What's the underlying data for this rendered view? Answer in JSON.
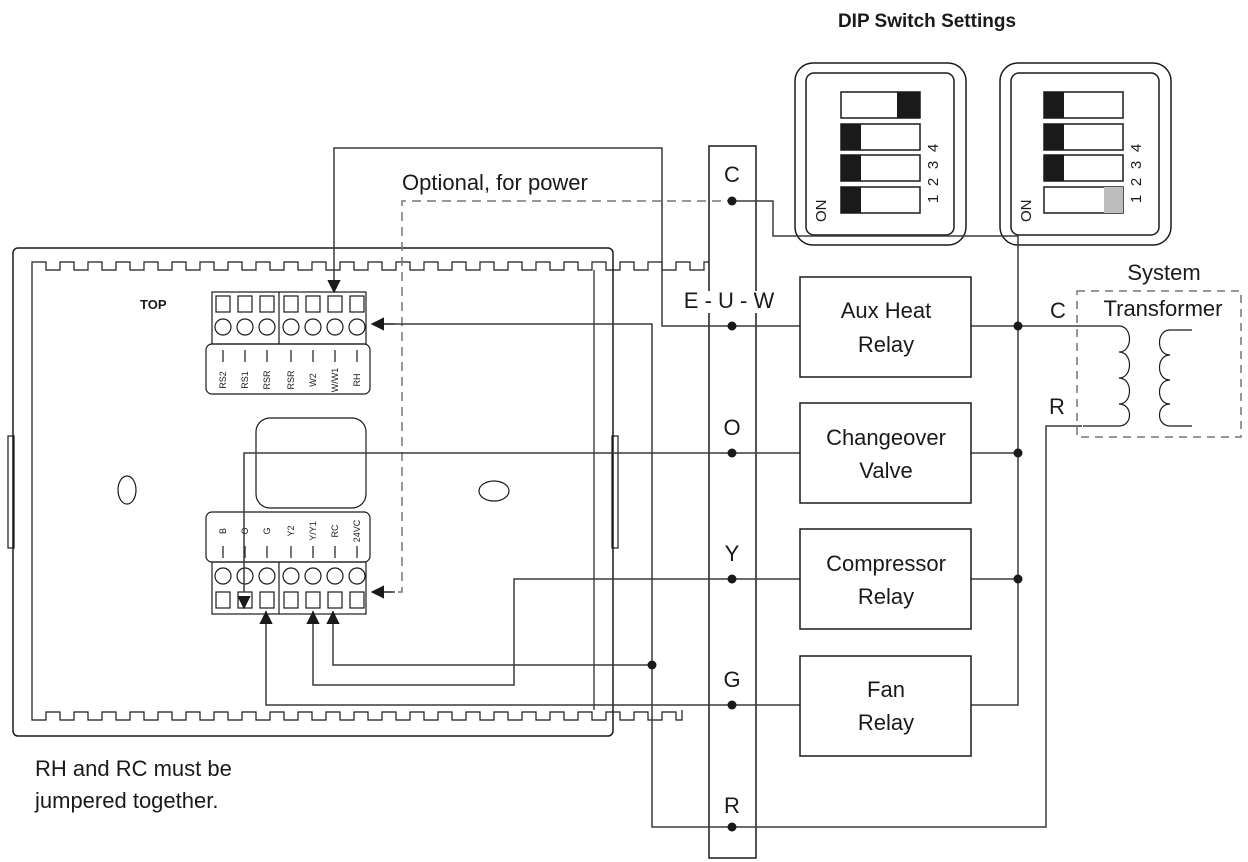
{
  "dip": {
    "title": "DIP Switch Settings",
    "on_label": "ON",
    "numbers": [
      "1",
      "2",
      "3",
      "4"
    ]
  },
  "note_optional": "Optional, for power",
  "bus_terminals": {
    "c": "C",
    "euw": "E - U - W",
    "o": "O",
    "y": "Y",
    "g": "G",
    "r": "R"
  },
  "relays": {
    "aux_heat": [
      "Aux Heat",
      "Relay"
    ],
    "changeover": [
      "Changeover",
      "Valve"
    ],
    "compressor": [
      "Compressor",
      "Relay"
    ],
    "fan": [
      "Fan",
      "Relay"
    ]
  },
  "transformer": {
    "label_top": "System",
    "label_main": "Transformer",
    "c": "C",
    "r": "R"
  },
  "thermostat": {
    "top_label": "TOP",
    "upper_terminals": [
      "RS2",
      "RS1",
      "RSR",
      "RSR",
      "W2",
      "W/W1",
      "RH"
    ],
    "lower_terminals": [
      "B",
      "O",
      "G",
      "Y2",
      "Y/Y1",
      "RC",
      "24VC"
    ]
  },
  "note_jumper": [
    "RH and RC must be",
    "jumpered together."
  ]
}
